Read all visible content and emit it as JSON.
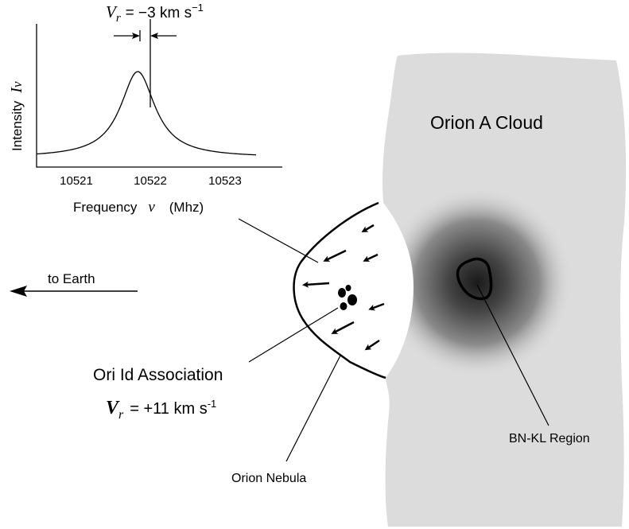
{
  "spectrum": {
    "vr_symbol": "V",
    "vr_subscript": "r",
    "vr_value": "= −3  km  s",
    "vr_exponent": "−1",
    "ylabel": "Intensity",
    "ylabel_symbol": "I",
    "ylabel_subscript": "ν",
    "ticks": [
      "10521",
      "10522",
      "10523"
    ],
    "xlabel": "Frequency",
    "xlabel_symbol": "ν",
    "xlabel_unit": "(Mhz)",
    "peak_frequency": 10522
  },
  "labels": {
    "cloud": "Orion A Cloud",
    "earth": "to Earth",
    "association": "Ori Id Association",
    "assoc_vr_symbol": "V",
    "assoc_vr_subscript": "r",
    "assoc_vr_value": "=  +11  km  s",
    "assoc_vr_exponent": "-1",
    "bnkl": "BN-KL Region",
    "nebula": "Orion Nebula"
  },
  "colors": {
    "cloud": "#dcdcdc",
    "core": "#2b2b2b",
    "line": "#000000"
  }
}
